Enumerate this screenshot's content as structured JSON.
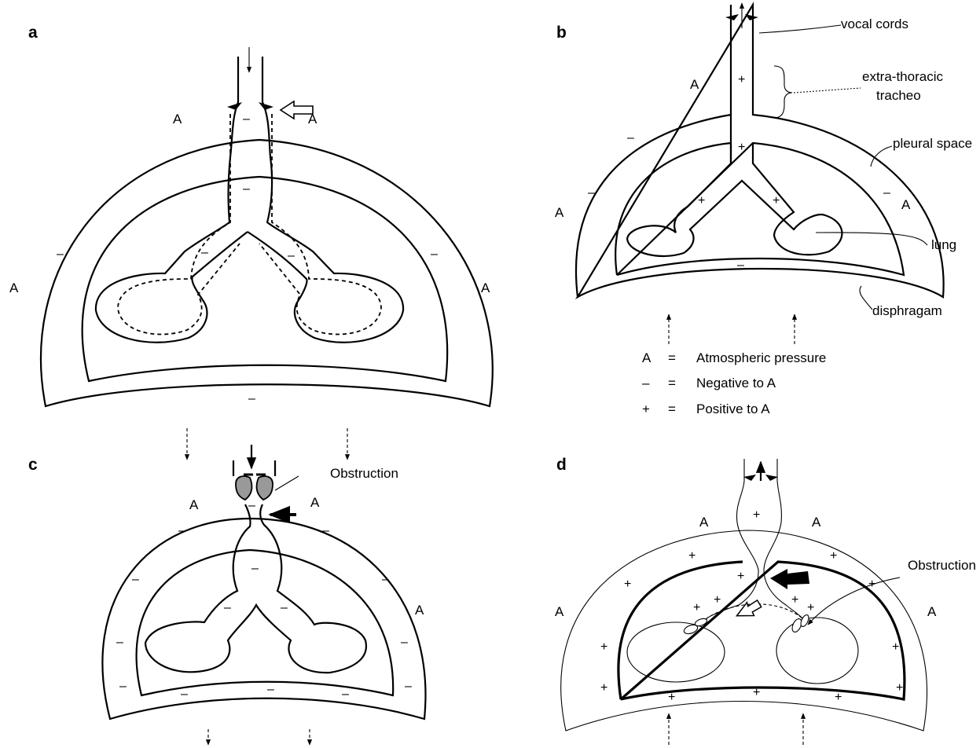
{
  "panels": {
    "a": "a",
    "b": "b",
    "c": "c",
    "d": "d"
  },
  "symbols": {
    "atm": "A",
    "neg": "–",
    "pos": "+"
  },
  "labels": {
    "vocal_cords": "vocal cords",
    "extra_thoracic_1": "extra-thoracic",
    "extra_thoracic_2": "tracheo",
    "pleural_space": "pleural space",
    "lung": "lung",
    "diaphragm": "disphragam",
    "obstruction": "Obstruction"
  },
  "legend": [
    {
      "symbol": "A",
      "eq": "=",
      "text": "Atmospheric pressure"
    },
    {
      "symbol": "–",
      "eq": "=",
      "text": "Negative to A"
    },
    {
      "symbol": "+",
      "eq": "=",
      "text": "Positive to A"
    }
  ]
}
